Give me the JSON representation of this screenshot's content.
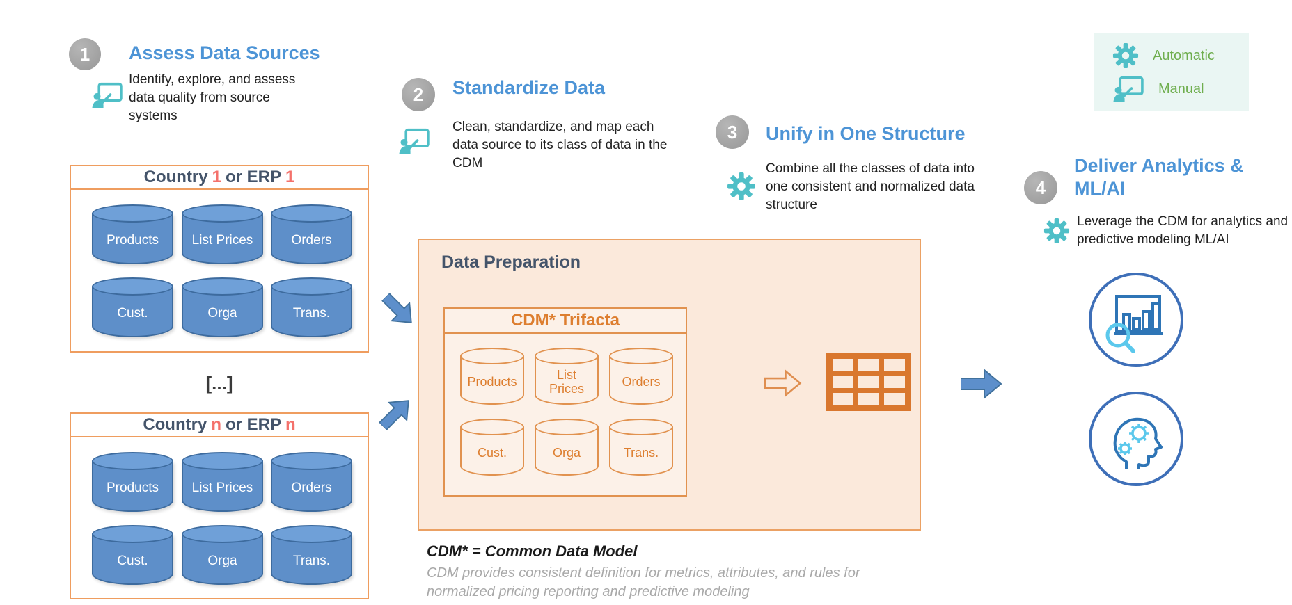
{
  "legend": {
    "automatic": "Automatic",
    "manual": "Manual"
  },
  "steps": {
    "s1": {
      "num": "1",
      "title": "Assess Data Sources",
      "desc": "Identify, explore, and assess data quality from source systems"
    },
    "s2": {
      "num": "2",
      "title": "Standardize Data",
      "desc": "Clean, standardize, and map each data source to its class of data in the CDM"
    },
    "s3": {
      "num": "3",
      "title": "Unify in One Structure",
      "desc": "Combine all the classes of data into one consistent and normalized data structure"
    },
    "s4": {
      "num": "4",
      "title": "Deliver Analytics & ML/AI",
      "desc": "Leverage the CDM for analytics and predictive modeling ML/AI"
    }
  },
  "source1": {
    "w1": "Country",
    "n1": "1",
    "w2": "or ERP",
    "n2": "1",
    "cyl": [
      "Products",
      "List Prices",
      "Orders",
      "Cust.",
      "Orga",
      "Trans."
    ]
  },
  "ellipsis": "[...]",
  "sourceN": {
    "w1": "Country",
    "n1": "n",
    "w2": "or ERP",
    "n2": "n",
    "cyl": [
      "Products",
      "List Prices",
      "Orders",
      "Cust.",
      "Orga",
      "Trans."
    ]
  },
  "prep": {
    "title": "Data Preparation",
    "box_title": "CDM* Trifacta",
    "cyl": [
      "Products",
      "List Prices",
      "Orders",
      "Cust.",
      "Orga",
      "Trans."
    ]
  },
  "footnote": {
    "bold": "CDM* = Common Data Model",
    "line1": "CDM provides consistent definition for metrics, attributes, and rules for",
    "line2": "normalized pricing reporting and predictive modeling"
  },
  "colors": {
    "step_title_blue": "#4D94D6",
    "navy": "#44546A",
    "teal_icon": "#4FBFC7",
    "legend_green": "#6FAE4E",
    "red_variable": "#F4716B",
    "orange": "#DD7E2F",
    "peach_fill": "#FBE9DB",
    "cylinder_blue": "#5E8FC9",
    "arrow_blue": "#5D8FCB"
  }
}
